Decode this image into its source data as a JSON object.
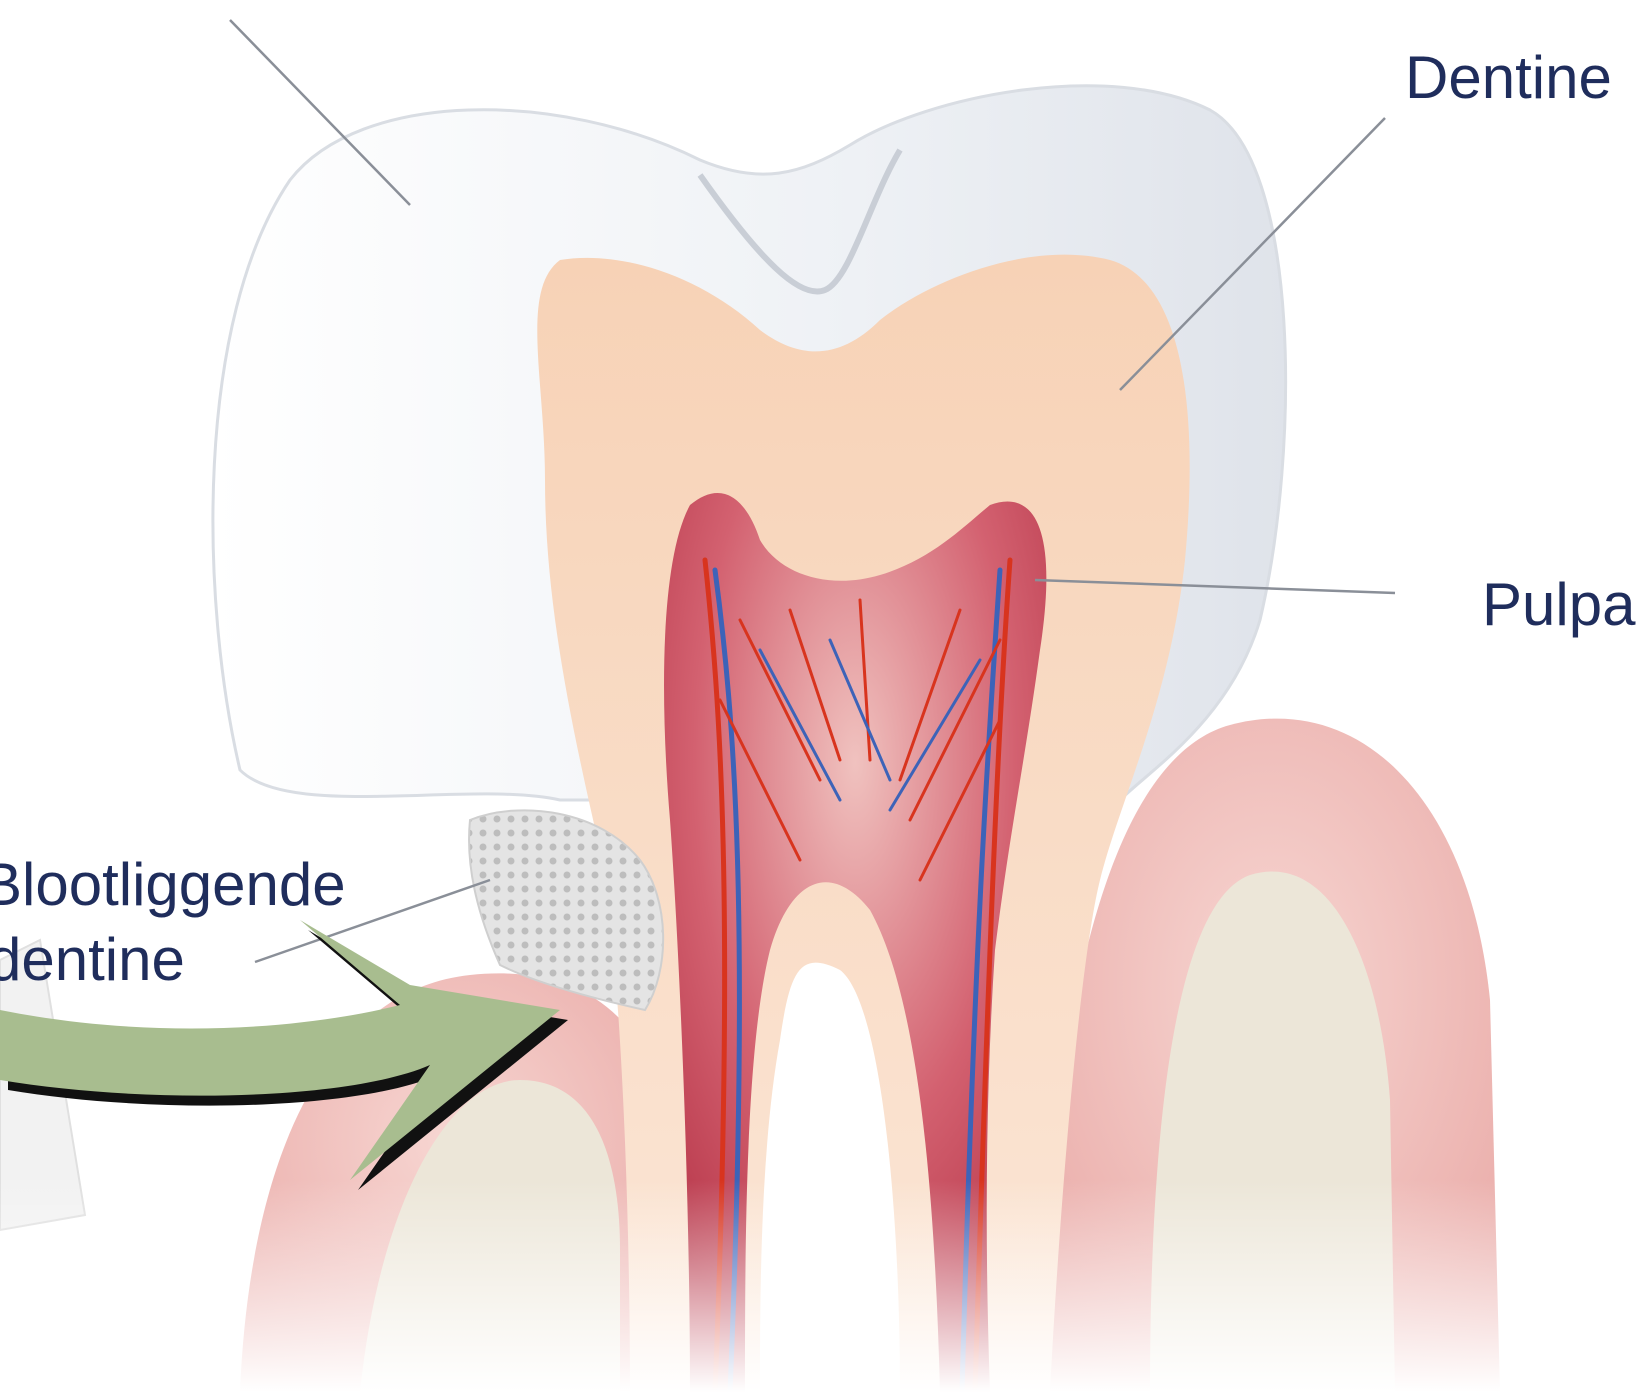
{
  "labels": {
    "dentine": "Dentine",
    "pulpa": "Pulpa",
    "exposed_dentine_line1": "Blootliggende",
    "exposed_dentine_line2": "dentine"
  },
  "colors": {
    "label_text": "#1f2d5c",
    "enamel": "#f3f5f8",
    "dentine": "#f6d4ba",
    "pulp": "#c9485b",
    "gum": "#f2c3bf",
    "bone": "#eae6da",
    "arrow_fill": "#a8bd8f",
    "arrow_outline": "#111111",
    "leader_line": "#8a8f98"
  }
}
